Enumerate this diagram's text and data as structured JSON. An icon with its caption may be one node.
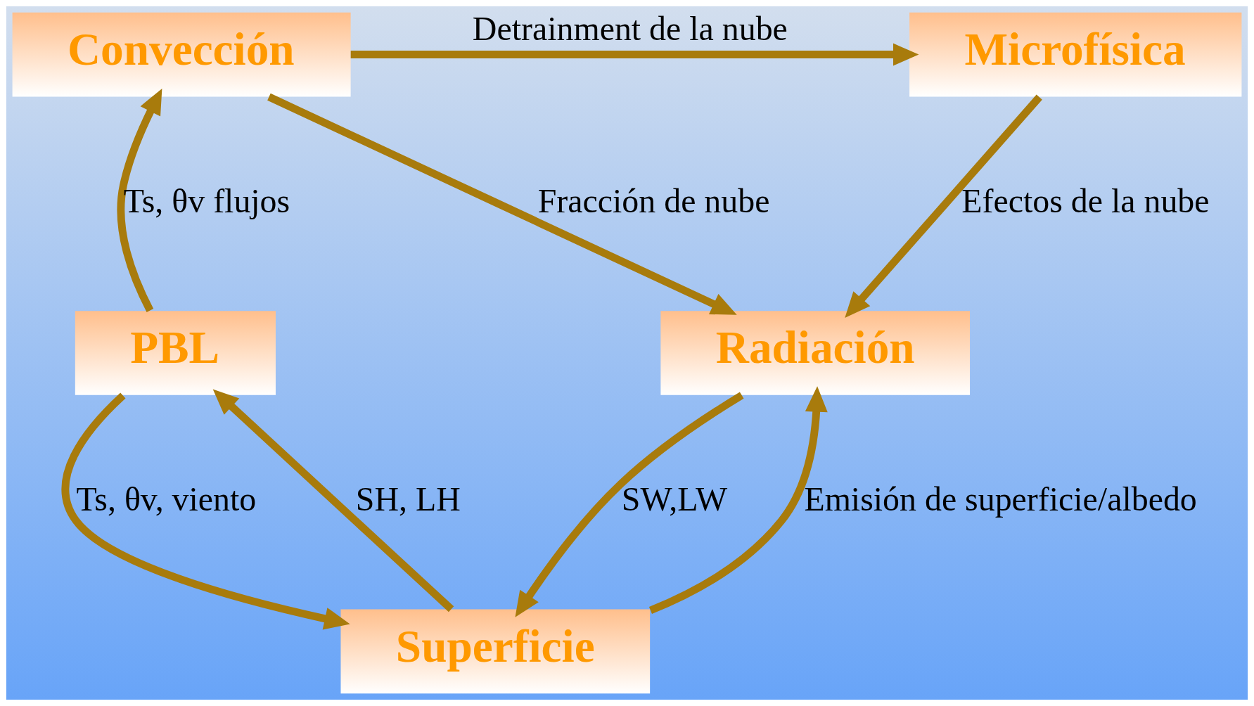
{
  "diagram": {
    "nodes": [
      {
        "text": [
          "Microfísica"
        ]
      },
      {
        "text": [
          "Convección"
        ]
      },
      {
        "text": [
          "Radiación"
        ]
      },
      {
        "text": [
          "PBL"
        ]
      },
      {
        "text": [
          "Superficie"
        ]
      }
    ],
    "edges": [
      {
        "from": 1,
        "to": 0,
        "arrow": "to",
        "label": "Detrainment de la nube"
      },
      {
        "from": 0,
        "to": 2,
        "arrow": "to",
        "label": "Efectos de la nube"
      },
      {
        "from": 1,
        "to": 2,
        "arrow": "to",
        "label": "Fracción de nube"
      },
      {
        "from": 2,
        "to": 4,
        "arrow": "to",
        "label": "SW,LW"
      },
      {
        "from": 4,
        "to": 2,
        "arrow": "to",
        "label": "Emisión de superficie/albedo"
      },
      {
        "from": 4,
        "to": 3,
        "arrow": "to",
        "label": "SH, LH"
      },
      {
        "from": 3,
        "to": 4,
        "arrow": "to",
        "label": "Ts, θv, viento"
      },
      {
        "from": 3,
        "to": 1,
        "arrow": "to",
        "label": "Ts, θv flujos"
      }
    ]
  }
}
